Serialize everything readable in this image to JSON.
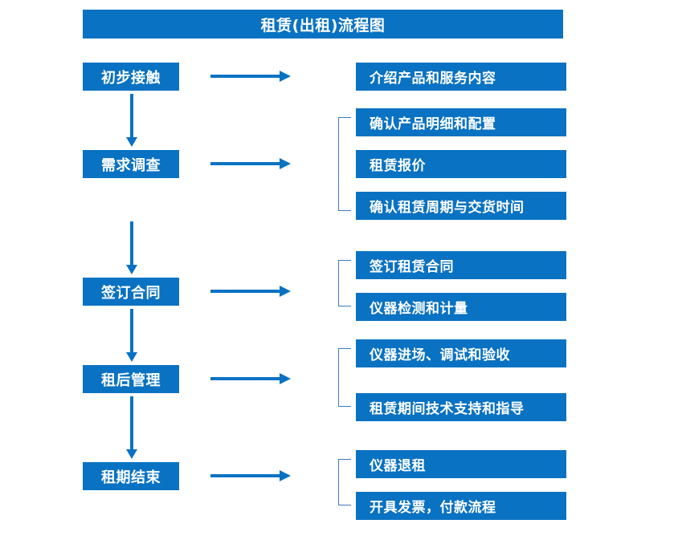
{
  "title": "租赁(出租)流程图",
  "colors": {
    "box_blue": "#0A72C2",
    "bracket_blue": "#3C7CBE",
    "text": "#FFFFFF",
    "background": "#FFFFFF"
  },
  "stages": [
    {
      "label": "初步接触"
    },
    {
      "label": "需求调查"
    },
    {
      "label": "签订合同"
    },
    {
      "label": "租后管理"
    },
    {
      "label": "租期结束"
    }
  ],
  "details": [
    {
      "label": "介绍产品和服务内容"
    },
    {
      "label": "确认产品明细和配置"
    },
    {
      "label": "租赁报价"
    },
    {
      "label": "确认租赁周期与交货时间"
    },
    {
      "label": "签订租赁合同"
    },
    {
      "label": "仪器检测和计量"
    },
    {
      "label": "仪器进场、调试和验收"
    },
    {
      "label": "租赁期间技术支持和指导"
    },
    {
      "label": "仪器退租"
    },
    {
      "label": "开具发票，付款流程"
    }
  ]
}
